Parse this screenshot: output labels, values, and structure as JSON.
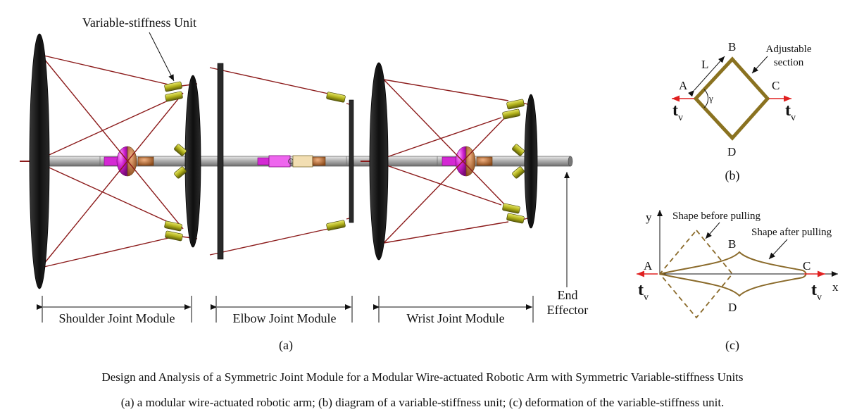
{
  "panel_a": {
    "callout": "Variable-stiffness Unit",
    "modules": [
      "Shoulder Joint Module",
      "Elbow Joint Module",
      "Wrist Joint Module"
    ],
    "end_effector_line1": "End",
    "end_effector_line2": "Effector",
    "label": "(a)"
  },
  "panel_b": {
    "points": {
      "A": "A",
      "B": "B",
      "C": "C",
      "D": "D"
    },
    "length_label": "L",
    "angle_label": "γ",
    "adjustable_line1": "Adjustable",
    "adjustable_line2": "section",
    "force_symbol": "t",
    "force_subscript": "v",
    "label": "(b)"
  },
  "panel_c": {
    "axis_x": "x",
    "axis_y": "y",
    "points": {
      "A": "A",
      "B": "B",
      "C": "C",
      "D": "D"
    },
    "before_label": "Shape before pulling",
    "after_label": "Shape after pulling",
    "force_symbol": "t",
    "force_subscript": "v",
    "label": "(c)"
  },
  "caption": {
    "title": "Design and Analysis of a Symmetric Joint Module for a Modular Wire-actuated Robotic Arm with Symmetric Variable-stiffness Units",
    "subtitle": "(a) a modular wire-actuated robotic arm; (b) diagram of a variable-stiffness unit; (c) deformation of the variable-stiffness unit."
  },
  "colors": {
    "wire": "#8b1a1a",
    "disk": "#1e1e1e",
    "shaft": "#a9a9a9",
    "joint_ball": "#cc22cc",
    "joint_copper": "#c8743a",
    "vsu_body": "#b5b51e",
    "diamond": "#8a7220",
    "force_arrow": "#e02020"
  }
}
